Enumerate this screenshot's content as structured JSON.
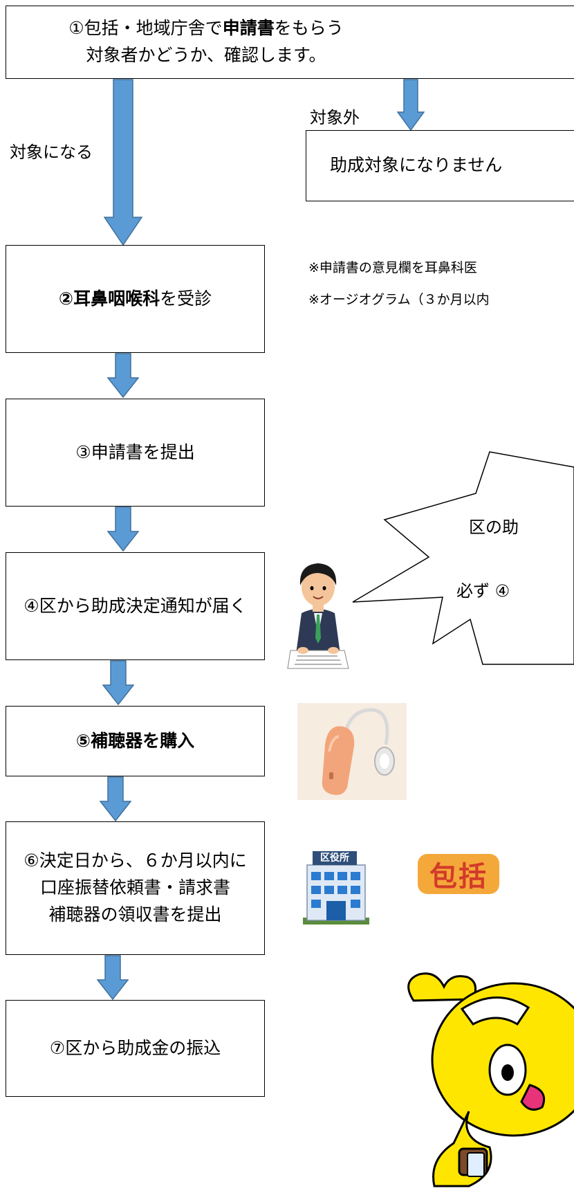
{
  "step1": {
    "line1_pre": "①包括・地域庁舎で",
    "line1_bold": "申請書",
    "line1_post": "をもらう",
    "line2": "対象者かどうか、確認します。"
  },
  "branch_yes_label": "対象になる",
  "branch_no_label": "対象外",
  "not_eligible_box": "助成対象になりません",
  "step2": {
    "bold": "②耳鼻咽喉科",
    "rest": "を受診"
  },
  "step2_notes": [
    "※申請書の意見欄を耳鼻科医",
    "※オージオグラム（３か月以内"
  ],
  "step3": "③申請書を提出",
  "step4": "④区から助成決定通知が届く",
  "burst": {
    "line1": "区の助",
    "line2": "必ず ④"
  },
  "step5": "⑤補聴器を購入",
  "step6": {
    "line1": "⑥決定日から、６か月以内に",
    "line2": "口座振替依頼書・請求書",
    "line3": "補聴器の領収書を提出"
  },
  "step7": "⑦区から助成金の振込",
  "illustrations": {
    "building_sign": "区役所",
    "houkatsu_logo": "包括"
  },
  "colors": {
    "arrow": "#5b9bd5",
    "arrow_border": "#41719c",
    "hearing_aid": "#f2a57a",
    "badge_fill": "#f5a83a",
    "badge_text": "#d23b2a",
    "mascot": "#ffe600"
  }
}
